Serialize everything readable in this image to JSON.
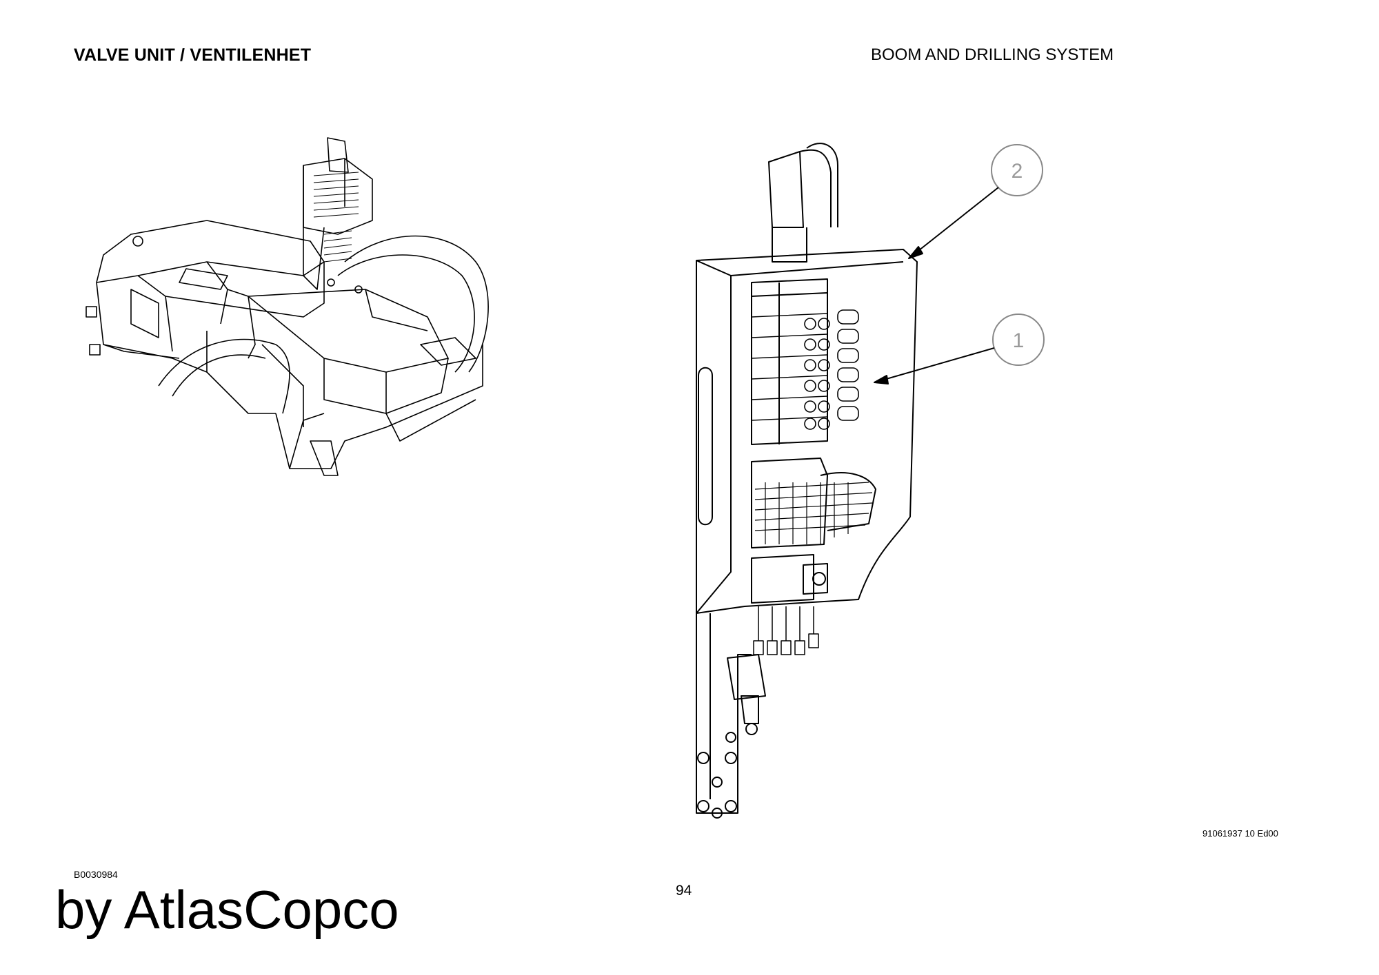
{
  "header": {
    "title_left": "VALVE UNIT / VENTILENHET",
    "title_right": "BOOM AND DRILLING SYSTEM"
  },
  "callouts": [
    "2",
    "1"
  ],
  "footer": {
    "drawing_number": "91061937 10 Ed00",
    "figure_code": "B0030984",
    "page_number": "94",
    "watermark": "by AtlasCopco"
  }
}
